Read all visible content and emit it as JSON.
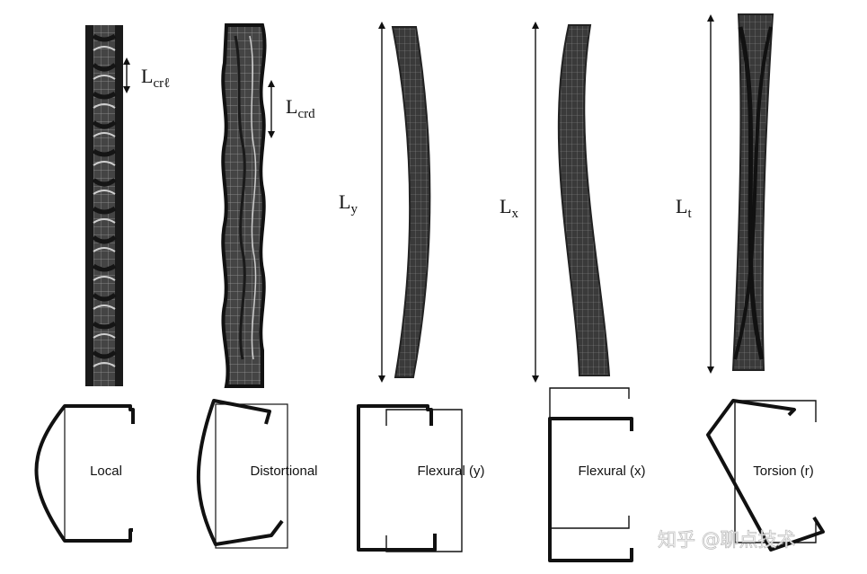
{
  "columns": [
    {
      "id": "local",
      "length_label": "L",
      "length_sub": "crℓ",
      "mode_label": "Local"
    },
    {
      "id": "distortional",
      "length_label": "L",
      "length_sub": "crd",
      "mode_label": "Distortional"
    },
    {
      "id": "flexural-y",
      "length_label": "L",
      "length_sub": "y",
      "mode_label": "Flexural (y)"
    },
    {
      "id": "flexural-x",
      "length_label": "L",
      "length_sub": "x",
      "mode_label": "Flexural (x)"
    },
    {
      "id": "torsion",
      "length_label": "L",
      "length_sub": "t",
      "mode_label": "Torsion (r)"
    }
  ],
  "watermark": "知乎 @聊点技术",
  "colors": {
    "mesh": "#3e3e3e",
    "mesh_dark": "#1a1a1a",
    "mesh_line": "#8a8a8a",
    "outline": "#111111"
  }
}
